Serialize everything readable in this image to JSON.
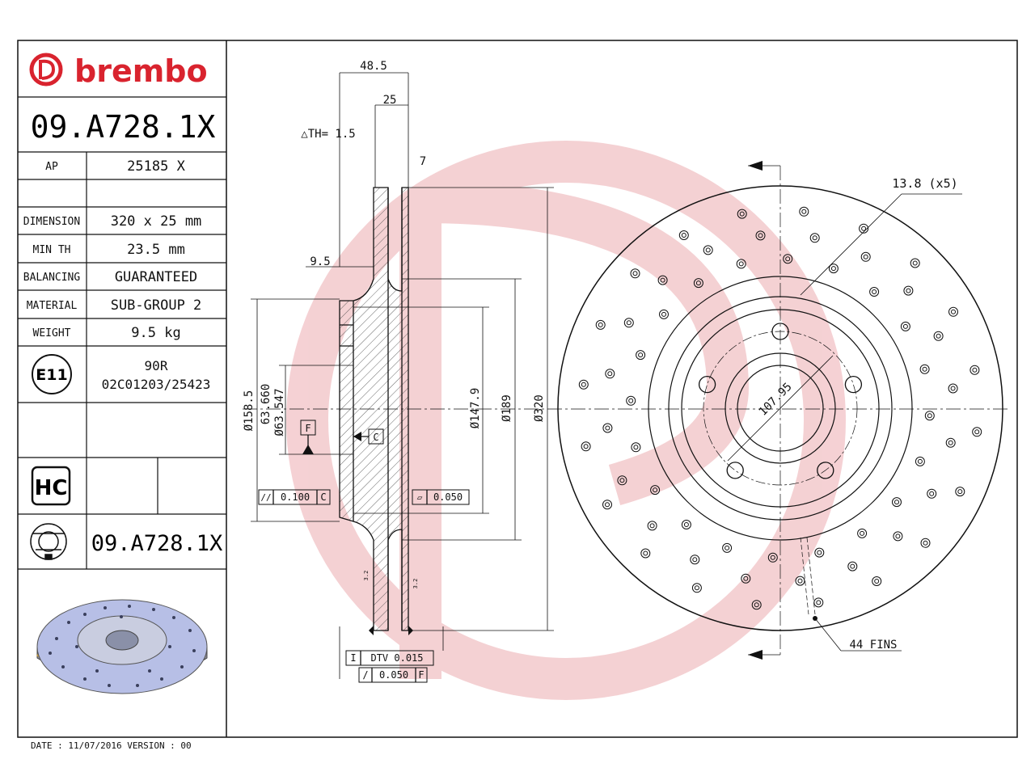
{
  "brand": {
    "name": "brembo",
    "color": "#d9232e"
  },
  "part_number": "09.A728.1X",
  "spec_rows": [
    {
      "label": "AP",
      "value": "25185 X"
    },
    {
      "label": "DIMENSION",
      "value": "320 x 25 mm"
    },
    {
      "label": "MIN TH",
      "value": "23.5 mm"
    },
    {
      "label": "BALANCING",
      "value": "GUARANTEED"
    },
    {
      "label": "MATERIAL",
      "value": "SUB-GROUP 2"
    },
    {
      "label": "WEIGHT",
      "value": "9.5 kg"
    }
  ],
  "approval": {
    "mark": "E11",
    "line1": "90R",
    "line2": "02C01203/25423"
  },
  "hc_mark": "HC",
  "footer_part_number": "09.A728.1X",
  "footer": "DATE : 11/07/2016 VERSION : 00",
  "section_dims": {
    "overall_width": "48.5",
    "thickness": "25",
    "th_delta": "△TH= 1.5",
    "plate": "7",
    "hat_offset": "9.5",
    "d_158": "Ø158.5",
    "d_63_660": "63.660",
    "d_63_547": "Ø63.547",
    "d_147": "Ø147.9",
    "d_189": "Ø189",
    "d_320": "Ø320",
    "datum_f": "F",
    "datum_c": "C",
    "tol_parallel": "0.100",
    "tol_parallel_ref": "C",
    "tol_flat": "0.050",
    "dtv": "DTV 0.015",
    "runout": "0.050",
    "runout_ref": "F",
    "roughness": "3.2"
  },
  "front_view": {
    "holes_label": "13.8 (x5)",
    "pcd_label": "107.95",
    "fins_label": "44 FINS"
  },
  "colors": {
    "line": "#111111",
    "watermark": "#f3c9cc"
  }
}
